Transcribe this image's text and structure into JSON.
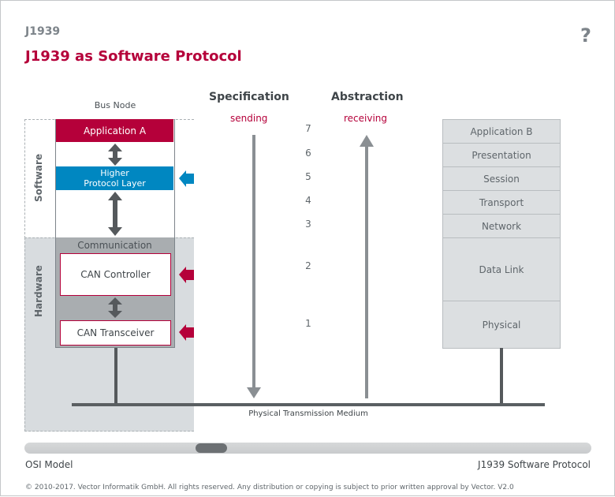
{
  "header": {
    "breadcrumb": "J1939",
    "title": "J1939 as Software Protocol",
    "help_label": "?"
  },
  "bus_node": {
    "label": "Bus Node",
    "zones": {
      "software": "Software",
      "hardware": "Hardware"
    },
    "application": "Application A",
    "higher_protocol_layer": "Higher\nProtocol Layer",
    "higher_protocol_layer_lines": [
      "Higher",
      "Protocol Layer"
    ],
    "communication": "Communication",
    "can_controller": "CAN Controller",
    "can_transceiver": "CAN Transceiver"
  },
  "flow": {
    "specification": {
      "heading": "Specification",
      "direction": "sending"
    },
    "abstraction": {
      "heading": "Abstraction",
      "direction": "receiving"
    },
    "layer_numbers": [
      "7",
      "6",
      "5",
      "4",
      "3",
      "2",
      "1"
    ]
  },
  "osi_stack": {
    "layers": [
      {
        "num": "7",
        "label": "Application B"
      },
      {
        "num": "6",
        "label": "Presentation"
      },
      {
        "num": "5",
        "label": "Session"
      },
      {
        "num": "4",
        "label": "Transport"
      },
      {
        "num": "3",
        "label": "Network"
      },
      {
        "num": "2",
        "label": "Data Link"
      },
      {
        "num": "1",
        "label": "Physical"
      }
    ]
  },
  "medium_label": "Physical Transmission Medium",
  "slider": {
    "left_label": "OSI Model",
    "right_label": "J1939 Software Protocol",
    "position_fraction": 0.32
  },
  "footer": {
    "copyright": "© 2010-2017. Vector Informatik GmbH. All rights reserved. Any distribution or copying is subject to prior written approval by Vector. V2.0"
  },
  "colors": {
    "brand_red": "#b5003a",
    "highlight_blue": "#0087c1",
    "text_gray": "#7d848a",
    "bus_line": "#5a5f62"
  }
}
